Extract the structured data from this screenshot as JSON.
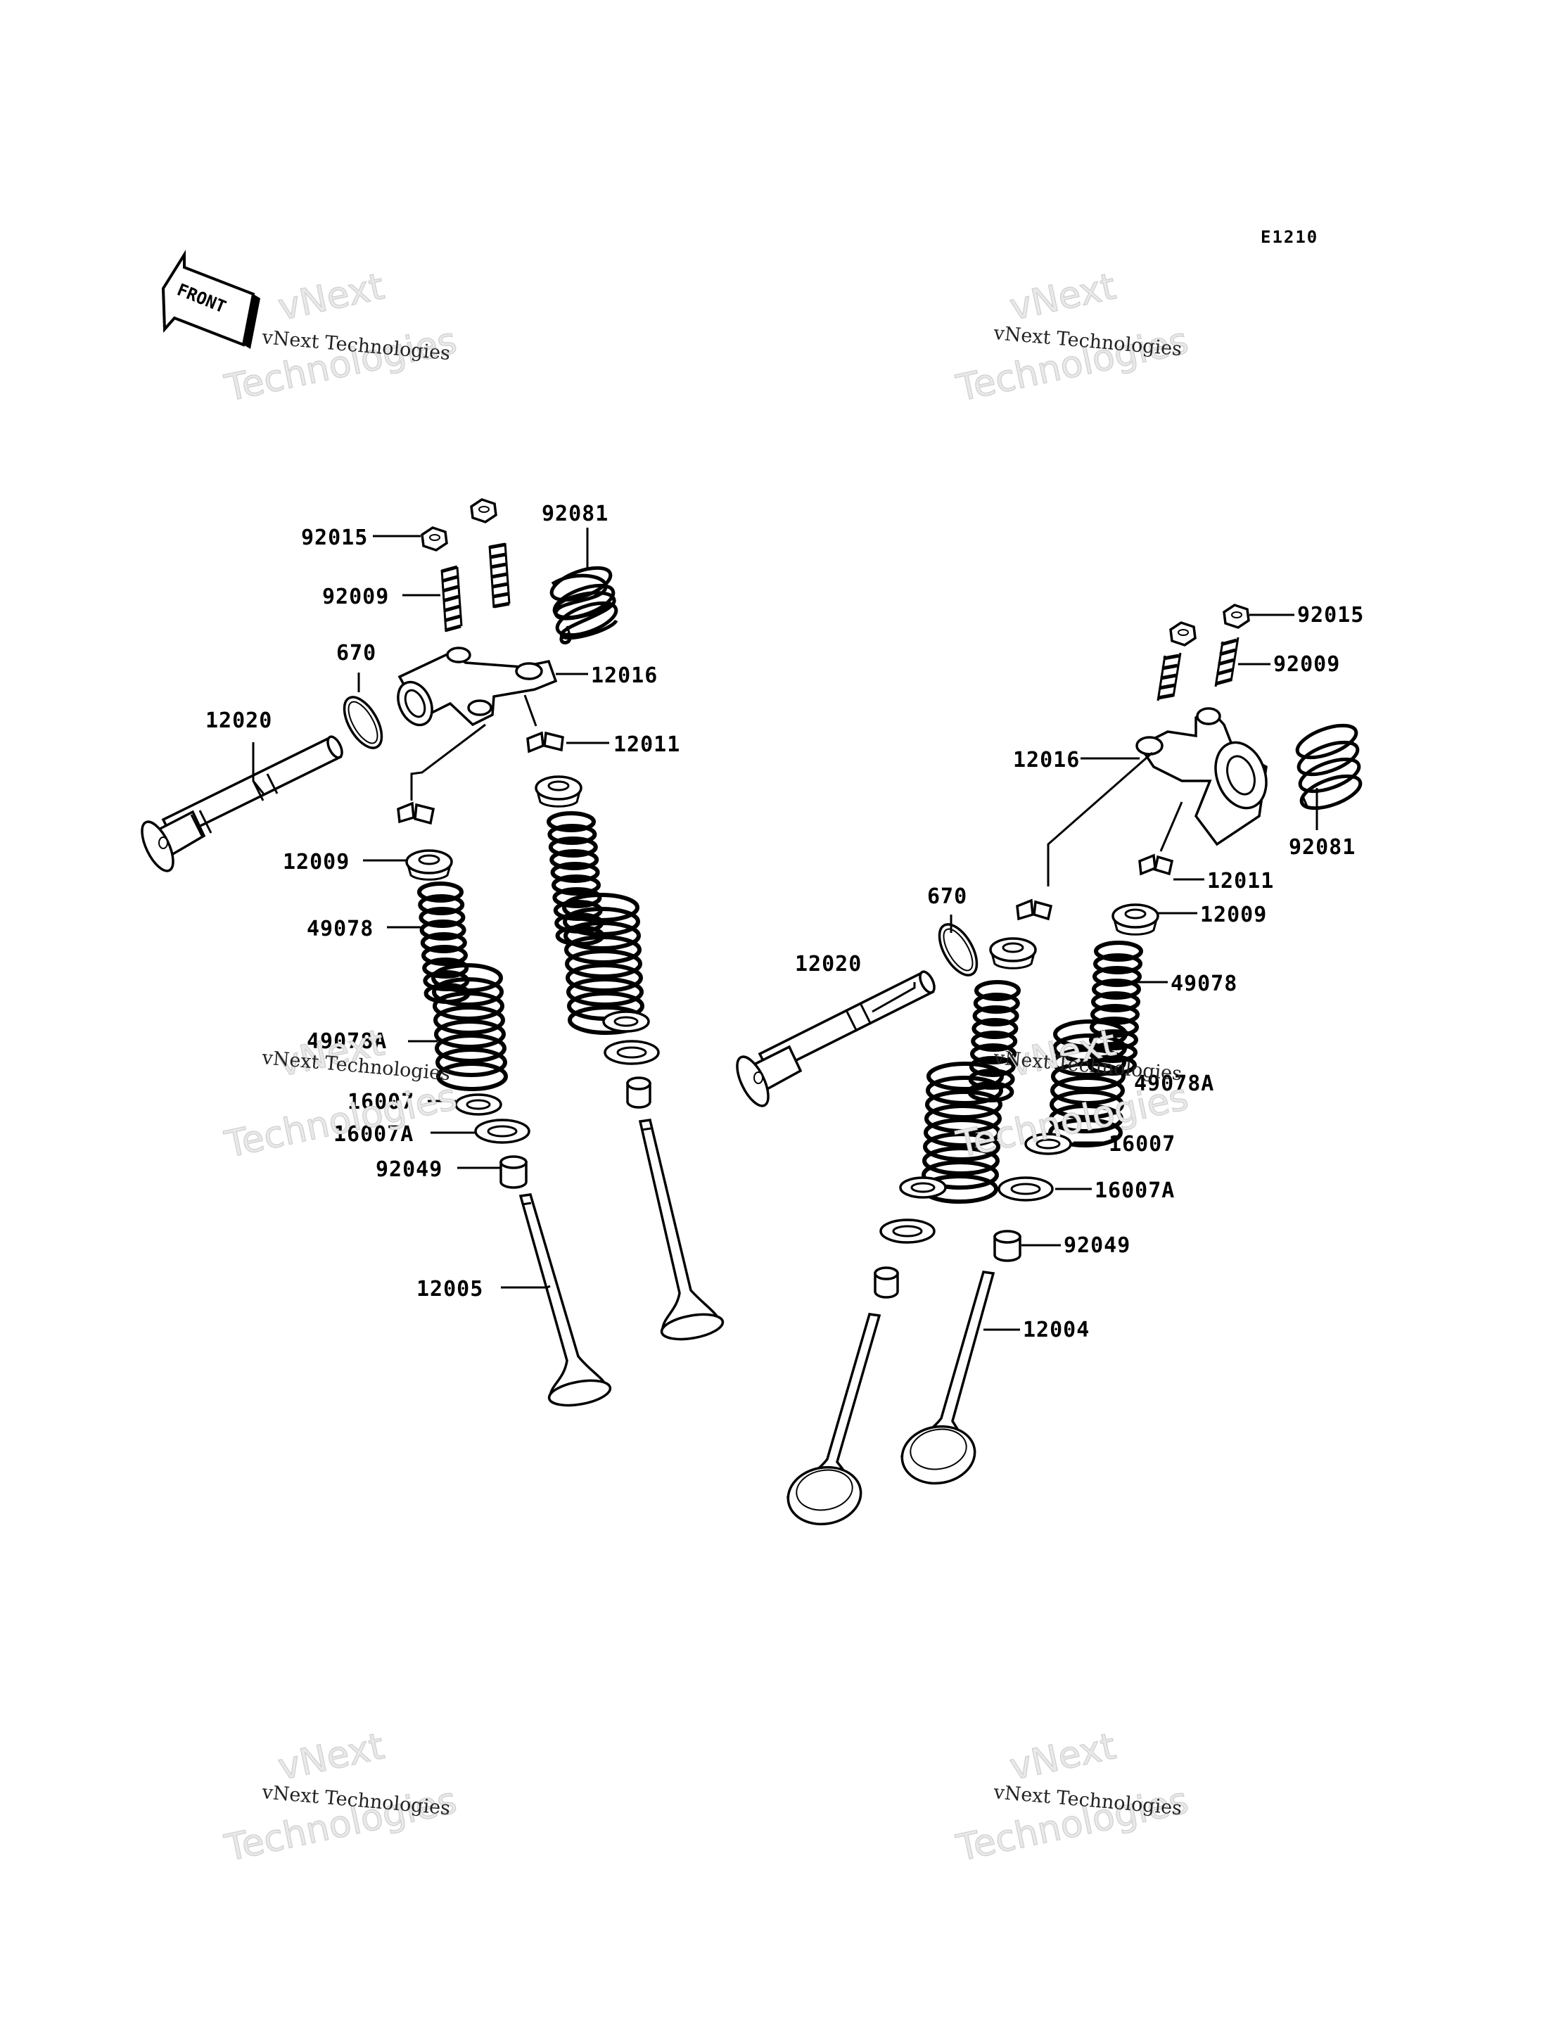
{
  "diagram_code": "E1210",
  "front_label": "FRONT",
  "watermark": {
    "line1": "vNext Technologies",
    "line2a": "vNext",
    "line2b": "Technologies"
  },
  "labels": {
    "left": {
      "p92015": "92015",
      "p92081": "92081",
      "p92009": "92009",
      "p670": "670",
      "p12016": "12016",
      "p12020": "12020",
      "p12011": "12011",
      "p12009": "12009",
      "p49078": "49078",
      "p49078A": "49078A",
      "p16007": "16007",
      "p16007A": "16007A",
      "p92049": "92049",
      "p12005": "12005"
    },
    "right": {
      "p92015": "92015",
      "p92009": "92009",
      "p12016": "12016",
      "p92081": "92081",
      "p12011": "12011",
      "p670": "670",
      "p12009": "12009",
      "p12020": "12020",
      "p49078": "49078",
      "p49078A": "49078A",
      "p16007": "16007",
      "p16007A": "16007A",
      "p92049": "92049",
      "p12004": "12004"
    }
  }
}
